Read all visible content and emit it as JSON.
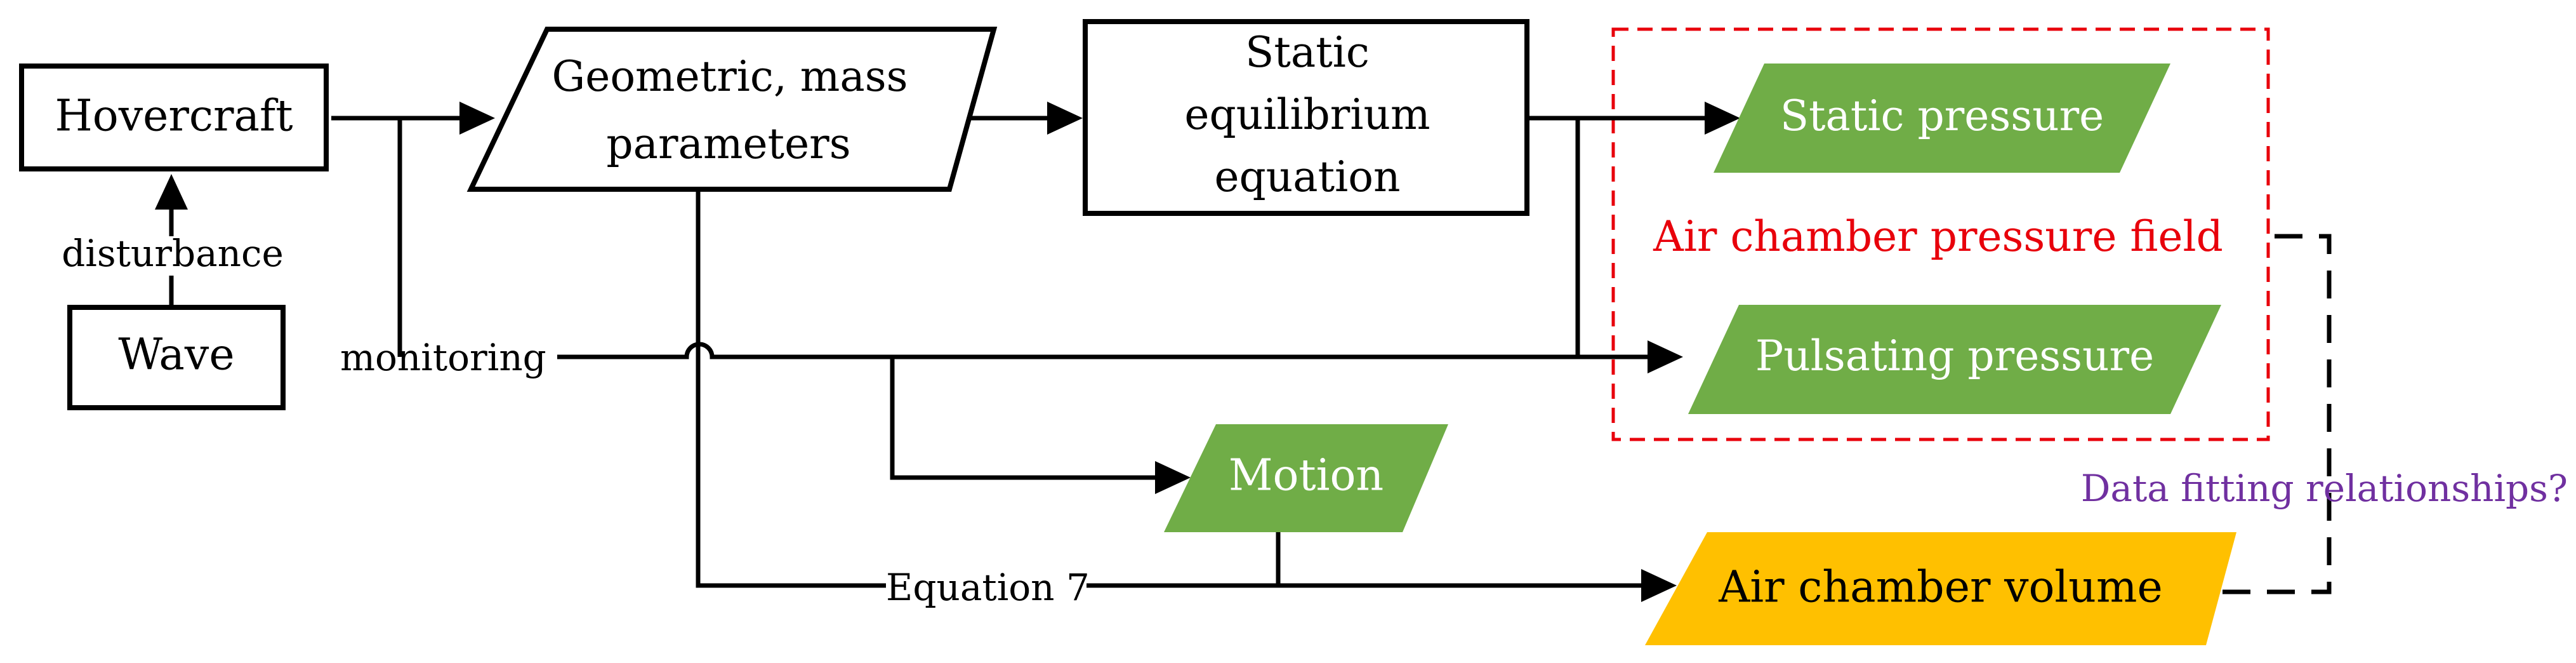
{
  "nodes": {
    "hovercraft": "Hovercraft",
    "wave": "Wave",
    "geometric_line1": "Geometric, mass",
    "geometric_line2": "parameters",
    "static_eq_line1": "Static",
    "static_eq_line2": "equilibrium",
    "static_eq_line3": "equation",
    "static_pressure": "Static pressure",
    "pulsating_pressure": "Pulsating pressure",
    "motion": "Motion",
    "air_chamber_volume": "Air chamber volume"
  },
  "labels": {
    "disturbance": "disturbance",
    "monitoring": "monitoring",
    "equation_7": "Equation 7",
    "pressure_field": "Air chamber pressure field",
    "data_fitting": "Data fitting relationships?"
  },
  "colors": {
    "green": "#70ad47",
    "orange": "#ffc000",
    "red": "#e8000b",
    "purple": "#7030a0"
  }
}
